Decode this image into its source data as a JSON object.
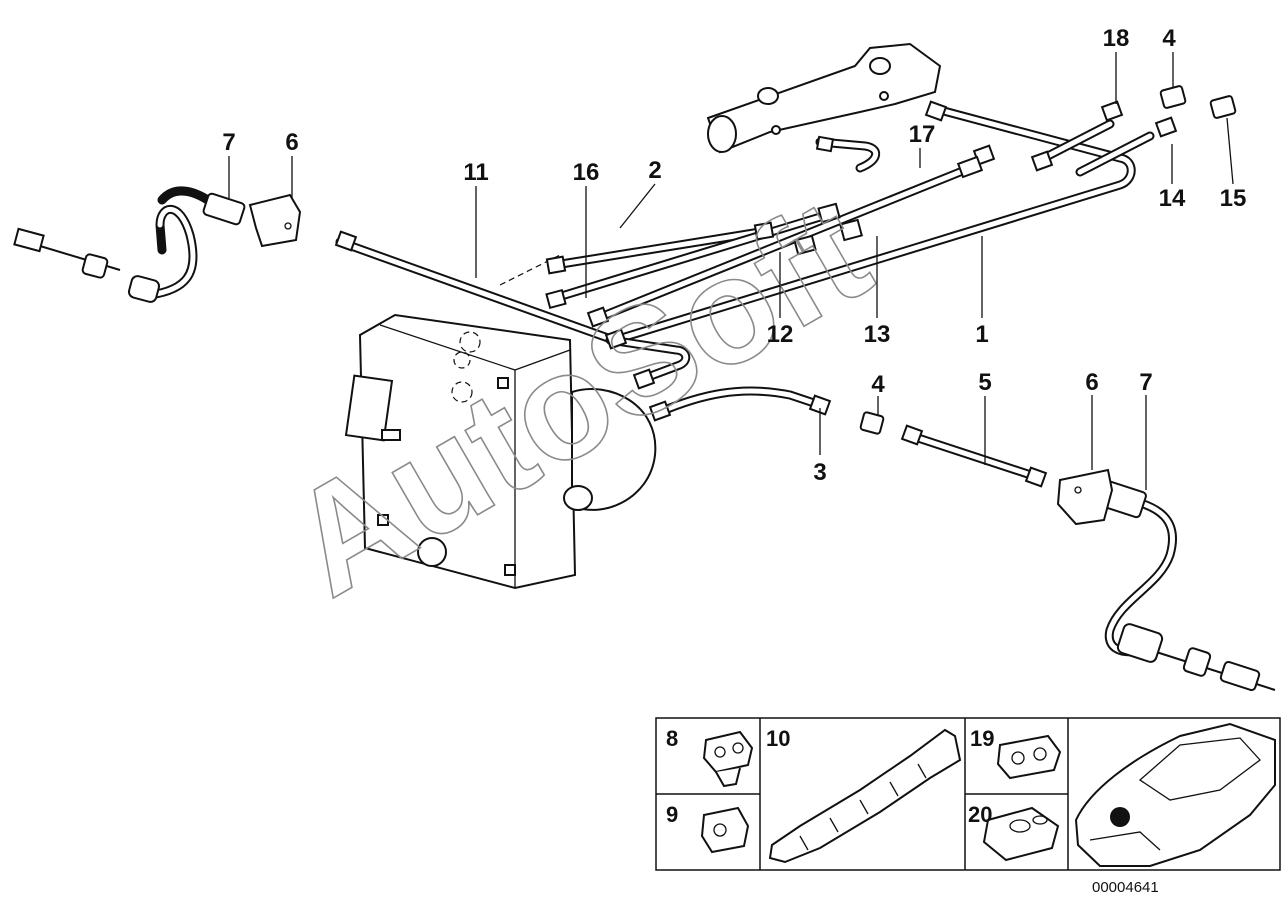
{
  "diagram": {
    "callouts": [
      {
        "id": "c1",
        "label": "1"
      },
      {
        "id": "c2",
        "label": "2"
      },
      {
        "id": "c3",
        "label": "3"
      },
      {
        "id": "c4a",
        "label": "4"
      },
      {
        "id": "c4b",
        "label": "4"
      },
      {
        "id": "c5",
        "label": "5"
      },
      {
        "id": "c6a",
        "label": "6"
      },
      {
        "id": "c6b",
        "label": "6"
      },
      {
        "id": "c7a",
        "label": "7"
      },
      {
        "id": "c7b",
        "label": "7"
      },
      {
        "id": "c11",
        "label": "11"
      },
      {
        "id": "c12",
        "label": "12"
      },
      {
        "id": "c13",
        "label": "13"
      },
      {
        "id": "c14",
        "label": "14"
      },
      {
        "id": "c15",
        "label": "15"
      },
      {
        "id": "c16",
        "label": "16"
      },
      {
        "id": "c17",
        "label": "17"
      },
      {
        "id": "c18",
        "label": "18"
      }
    ],
    "insets": [
      {
        "id": "i8",
        "label": "8"
      },
      {
        "id": "i9",
        "label": "9"
      },
      {
        "id": "i10",
        "label": "10"
      },
      {
        "id": "i19",
        "label": "19"
      },
      {
        "id": "i20",
        "label": "20"
      }
    ],
    "watermark": "AutoSoft",
    "document_number": "00004641"
  }
}
